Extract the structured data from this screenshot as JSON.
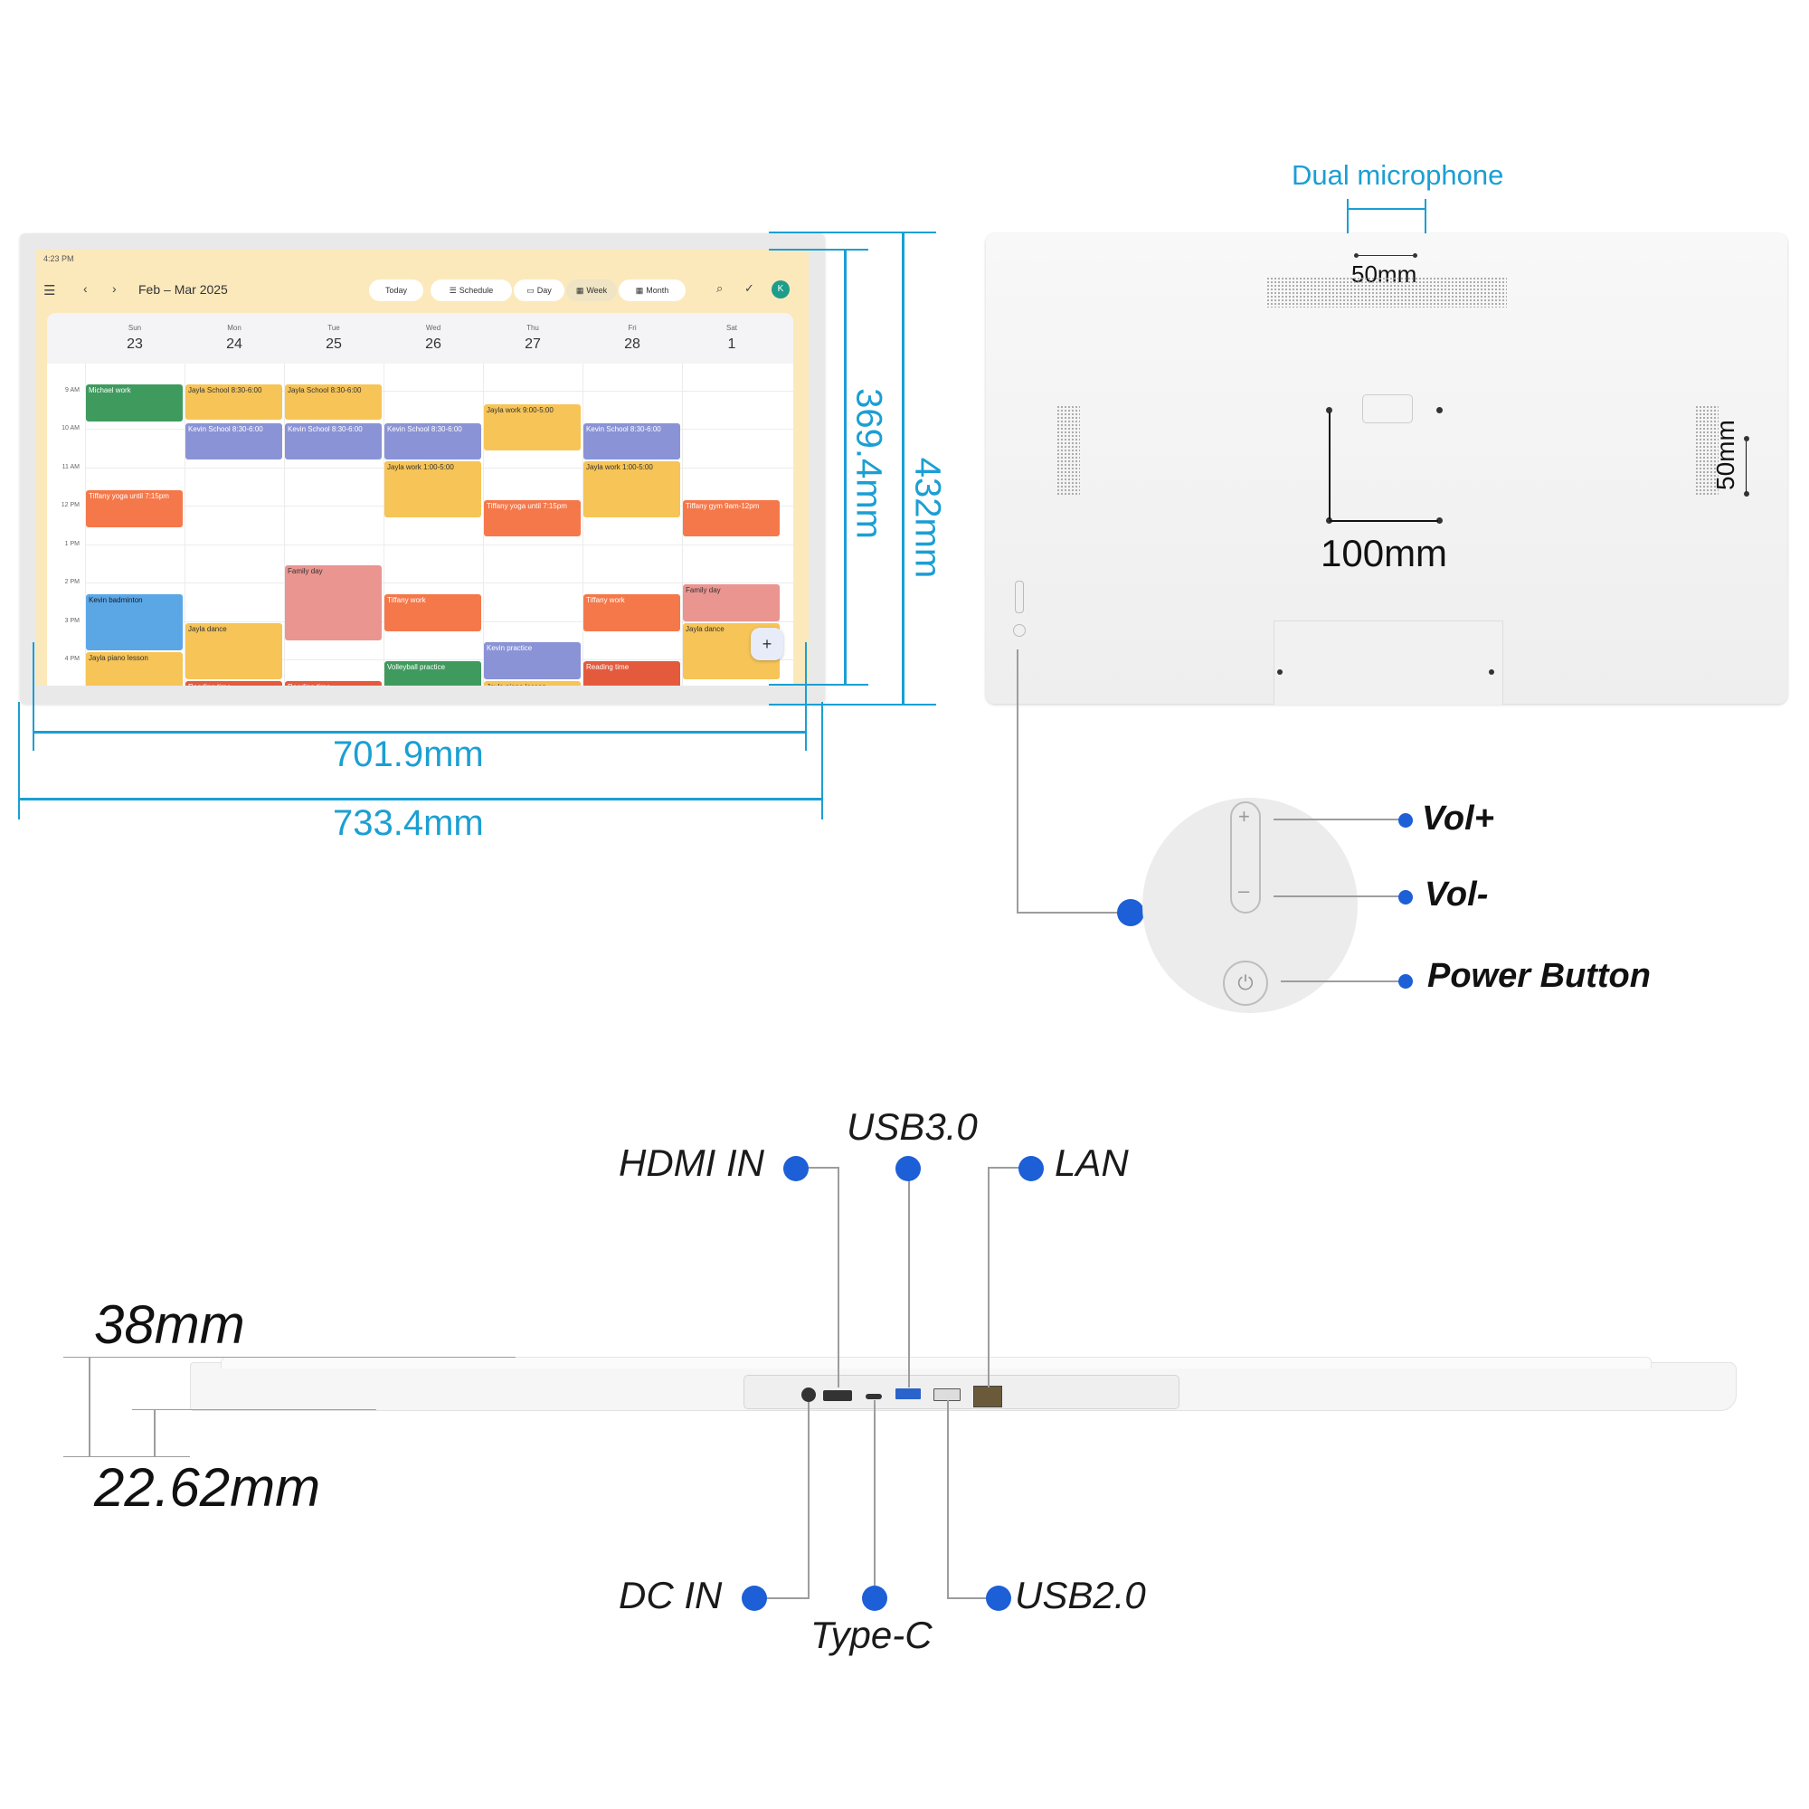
{
  "calendar": {
    "status_time": "4:23 PM",
    "date_range": "Feb – Mar 2025",
    "buttons": {
      "today": "Today",
      "schedule": "Schedule",
      "day": "Day",
      "week": "Week",
      "month": "Month"
    },
    "avatar_initial": "K",
    "days": [
      {
        "name": "Sun",
        "num": "23"
      },
      {
        "name": "Mon",
        "num": "24"
      },
      {
        "name": "Tue",
        "num": "25"
      },
      {
        "name": "Wed",
        "num": "26"
      },
      {
        "name": "Thu",
        "num": "27"
      },
      {
        "name": "Fri",
        "num": "28"
      },
      {
        "name": "Sat",
        "num": "1"
      }
    ],
    "hours": [
      "9 AM",
      "10 AM",
      "11 AM",
      "12 PM",
      "1 PM",
      "2 PM",
      "3 PM",
      "4 PM"
    ],
    "events": [
      {
        "day": 0,
        "start": 8.85,
        "end": 9.85,
        "title": "Michael work",
        "color": "#3f9a5e",
        "fg": "#ffffff"
      },
      {
        "day": 1,
        "start": 8.85,
        "end": 9.8,
        "title": "Jayla School 8:30-6:00",
        "color": "#f6c457",
        "fg": "#333333"
      },
      {
        "day": 2,
        "start": 8.85,
        "end": 9.8,
        "title": "Jayla School 8:30-6:00",
        "color": "#f6c457",
        "fg": "#333333"
      },
      {
        "day": 1,
        "start": 9.85,
        "end": 10.85,
        "title": "Kevin School 8:30-6:00",
        "color": "#8a93d6",
        "fg": "#ffffff"
      },
      {
        "day": 2,
        "start": 9.85,
        "end": 10.85,
        "title": "Kevin School 8:30-6:00",
        "color": "#8a93d6",
        "fg": "#ffffff"
      },
      {
        "day": 3,
        "start": 9.85,
        "end": 10.85,
        "title": "Kevin School 8:30-6:00",
        "color": "#8a93d6",
        "fg": "#ffffff"
      },
      {
        "day": 5,
        "start": 9.85,
        "end": 10.85,
        "title": "Kevin School 8:30-6:00",
        "color": "#8a93d6",
        "fg": "#ffffff"
      },
      {
        "day": 4,
        "start": 9.35,
        "end": 10.6,
        "title": "Jayla work 9:00-5:00",
        "color": "#f6c457",
        "fg": "#333333"
      },
      {
        "day": 3,
        "start": 10.85,
        "end": 12.35,
        "title": "Jayla work 1:00-5:00",
        "color": "#f6c457",
        "fg": "#333333"
      },
      {
        "day": 5,
        "start": 10.85,
        "end": 12.35,
        "title": "Jayla work 1:00-5:00",
        "color": "#f6c457",
        "fg": "#333333"
      },
      {
        "day": 0,
        "start": 11.6,
        "end": 12.6,
        "title": "Tiffany yoga until 7:15pm",
        "color": "#f5784a",
        "fg": "#ffffff"
      },
      {
        "day": 4,
        "start": 11.85,
        "end": 12.85,
        "title": "Tiffany yoga until 7:15pm",
        "color": "#f5784a",
        "fg": "#ffffff"
      },
      {
        "day": 6,
        "start": 11.85,
        "end": 12.85,
        "title": "Tiffany gym 9am-12pm",
        "color": "#f5784a",
        "fg": "#ffffff"
      },
      {
        "day": 2,
        "start": 13.55,
        "end": 15.55,
        "title": "Family day",
        "color": "#ea9590",
        "fg": "#333333"
      },
      {
        "day": 6,
        "start": 14.05,
        "end": 15.05,
        "title": "Family day",
        "color": "#ea9590",
        "fg": "#333333"
      },
      {
        "day": 3,
        "start": 14.3,
        "end": 15.3,
        "title": "Tiffany work",
        "color": "#f5784a",
        "fg": "#ffffff"
      },
      {
        "day": 5,
        "start": 14.3,
        "end": 15.3,
        "title": "Tiffany work",
        "color": "#f5784a",
        "fg": "#ffffff"
      },
      {
        "day": 0,
        "start": 14.3,
        "end": 15.8,
        "title": "Kevin badminton",
        "color": "#5ba7e6",
        "fg": "#1a1a1a"
      },
      {
        "day": 1,
        "start": 15.05,
        "end": 16.55,
        "title": "Jayla dance",
        "color": "#f6c457",
        "fg": "#333333"
      },
      {
        "day": 6,
        "start": 15.05,
        "end": 16.55,
        "title": "Jayla dance",
        "color": "#f6c457",
        "fg": "#333333"
      },
      {
        "day": 4,
        "start": 15.55,
        "end": 16.55,
        "title": "Kevin practice",
        "color": "#8a93d6",
        "fg": "#ffffff"
      },
      {
        "day": 0,
        "start": 15.8,
        "end": 16.8,
        "title": "Jayla piano lesson",
        "color": "#f6c457",
        "fg": "#333333"
      },
      {
        "day": 3,
        "start": 16.05,
        "end": 17.05,
        "title": "Volleyball practice",
        "color": "#3f9a5e",
        "fg": "#ffffff"
      },
      {
        "day": 5,
        "start": 16.05,
        "end": 17.05,
        "title": "Reading time",
        "color": "#e45a3c",
        "fg": "#ffffff"
      },
      {
        "day": 4,
        "start": 16.55,
        "end": 17.55,
        "title": "Jayla piano lesson",
        "color": "#f6c457",
        "fg": "#333333"
      },
      {
        "day": 1,
        "start": 16.55,
        "end": 17.55,
        "title": "Reading time",
        "color": "#e45a3c",
        "fg": "#ffffff"
      },
      {
        "day": 2,
        "start": 16.55,
        "end": 17.55,
        "title": "Reading time",
        "color": "#e45a3c",
        "fg": "#ffffff"
      }
    ]
  },
  "dimensions": {
    "active_width": "701.9mm",
    "overall_width": "733.4mm",
    "active_height": "369.4mm",
    "overall_height": "432mm",
    "mic_spacing_label": "Dual microphone",
    "mic_spacing": "50mm",
    "vesa_horizontal": "100mm",
    "vesa_vertical": "50mm",
    "max_thickness": "38mm",
    "min_thickness": "22.62mm"
  },
  "buttons_callouts": {
    "vol_up": "Vol+",
    "vol_down": "Vol-",
    "power": "Power Button"
  },
  "ports": {
    "hdmi": "HDMI IN",
    "usb3": "USB3.0",
    "lan": "LAN",
    "dc": "DC IN",
    "typec": "Type-C",
    "usb2": "USB2.0"
  },
  "colors": {
    "dimension": "#1b9fd3",
    "callout_dot": "#1c5fd6"
  }
}
